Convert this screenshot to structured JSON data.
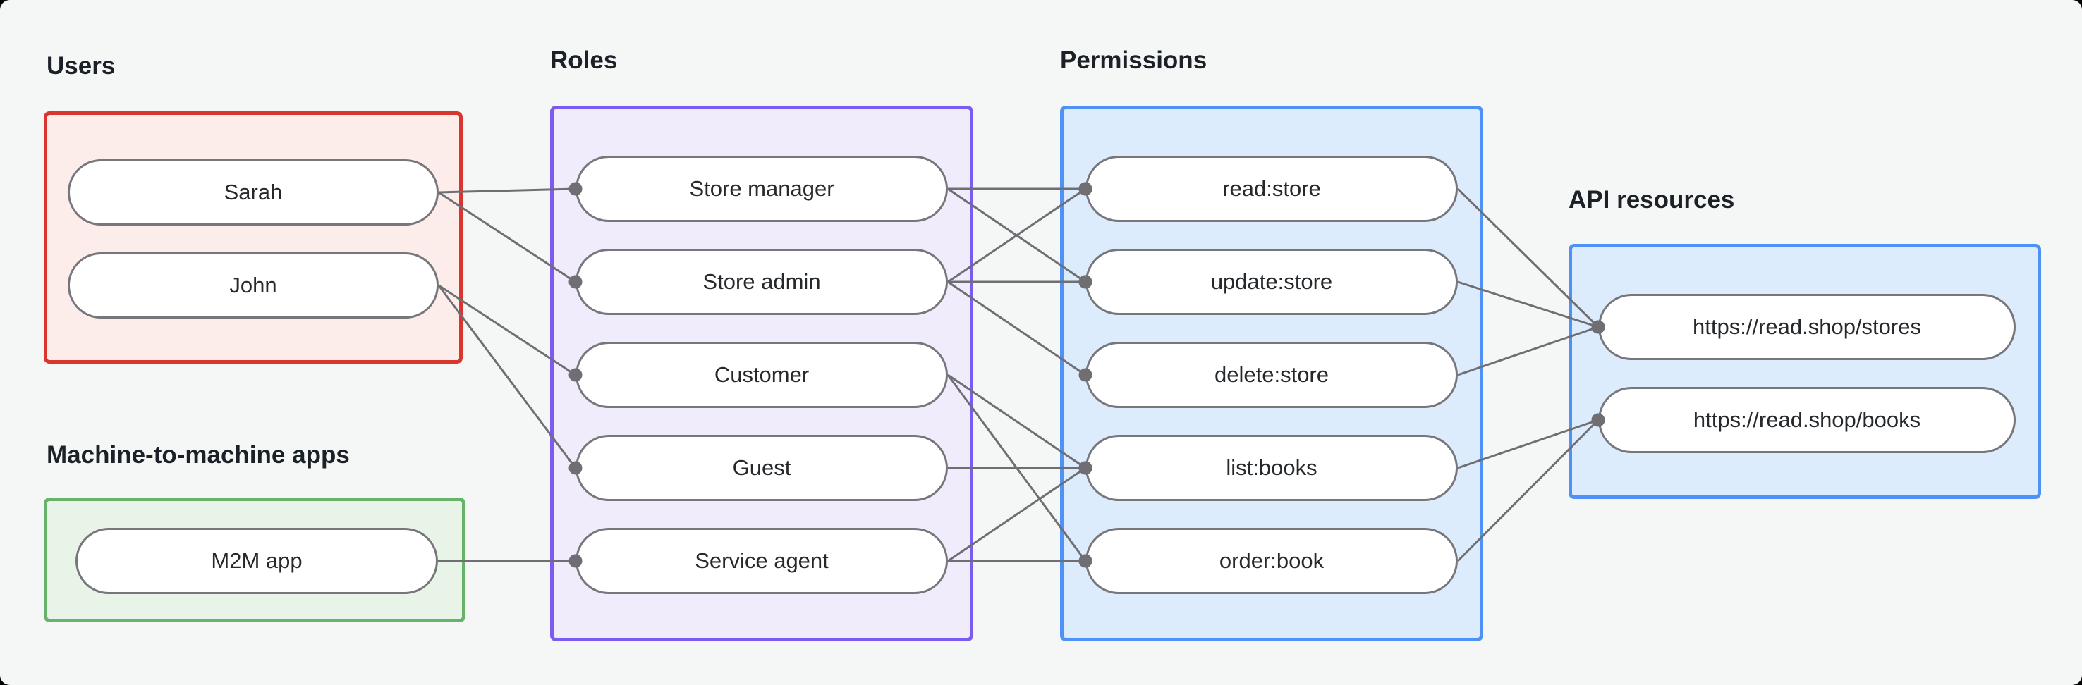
{
  "canvas": {
    "background_color": "#f5f7f6",
    "line_color": "#6e6e73",
    "node_border_color": "#77777b",
    "node_fill_color": "#ffffff",
    "edge_dot_radius": 9.5,
    "edge_width": 3
  },
  "groups": [
    {
      "id": "users",
      "label": "Users",
      "border_color": "#d8362f",
      "fill_color": "#fcecea",
      "nodes": [
        {
          "id": "sarah",
          "label": "Sarah"
        },
        {
          "id": "john",
          "label": "John"
        }
      ]
    },
    {
      "id": "m2m",
      "label": "Machine-to-machine apps",
      "border_color": "#67b36b",
      "fill_color": "#e9f4e9",
      "nodes": [
        {
          "id": "m2m-app",
          "label": "M2M app"
        }
      ]
    },
    {
      "id": "roles",
      "label": "Roles",
      "border_color": "#7b5bf2",
      "fill_color": "#f1ecfc",
      "nodes": [
        {
          "id": "store-manager",
          "label": "Store manager"
        },
        {
          "id": "store-admin",
          "label": "Store admin"
        },
        {
          "id": "customer",
          "label": "Customer"
        },
        {
          "id": "guest",
          "label": "Guest"
        },
        {
          "id": "service-agent",
          "label": "Service agent"
        }
      ]
    },
    {
      "id": "permissions",
      "label": "Permissions",
      "border_color": "#4f92f7",
      "fill_color": "#ddecfc",
      "nodes": [
        {
          "id": "read-store",
          "label": "read:store"
        },
        {
          "id": "update-store",
          "label": "update:store"
        },
        {
          "id": "delete-store",
          "label": "delete:store"
        },
        {
          "id": "list-books",
          "label": "list:books"
        },
        {
          "id": "order-book",
          "label": "order:book"
        }
      ]
    },
    {
      "id": "api",
      "label": "API resources",
      "border_color": "#4f92f7",
      "fill_color": "#ddecfc",
      "nodes": [
        {
          "id": "stores-api",
          "label": "https://read.shop/stores"
        },
        {
          "id": "books-api",
          "label": "https://read.shop/books"
        }
      ]
    }
  ],
  "edges": [
    [
      "sarah",
      "store-manager"
    ],
    [
      "sarah",
      "store-admin"
    ],
    [
      "john",
      "customer"
    ],
    [
      "john",
      "guest"
    ],
    [
      "m2m-app",
      "service-agent"
    ],
    [
      "store-manager",
      "read-store"
    ],
    [
      "store-manager",
      "update-store"
    ],
    [
      "store-admin",
      "read-store"
    ],
    [
      "store-admin",
      "update-store"
    ],
    [
      "store-admin",
      "delete-store"
    ],
    [
      "customer",
      "list-books"
    ],
    [
      "customer",
      "order-book"
    ],
    [
      "guest",
      "list-books"
    ],
    [
      "service-agent",
      "list-books"
    ],
    [
      "service-agent",
      "order-book"
    ],
    [
      "read-store",
      "stores-api"
    ],
    [
      "update-store",
      "stores-api"
    ],
    [
      "delete-store",
      "stores-api"
    ],
    [
      "list-books",
      "books-api"
    ],
    [
      "order-book",
      "books-api"
    ]
  ]
}
